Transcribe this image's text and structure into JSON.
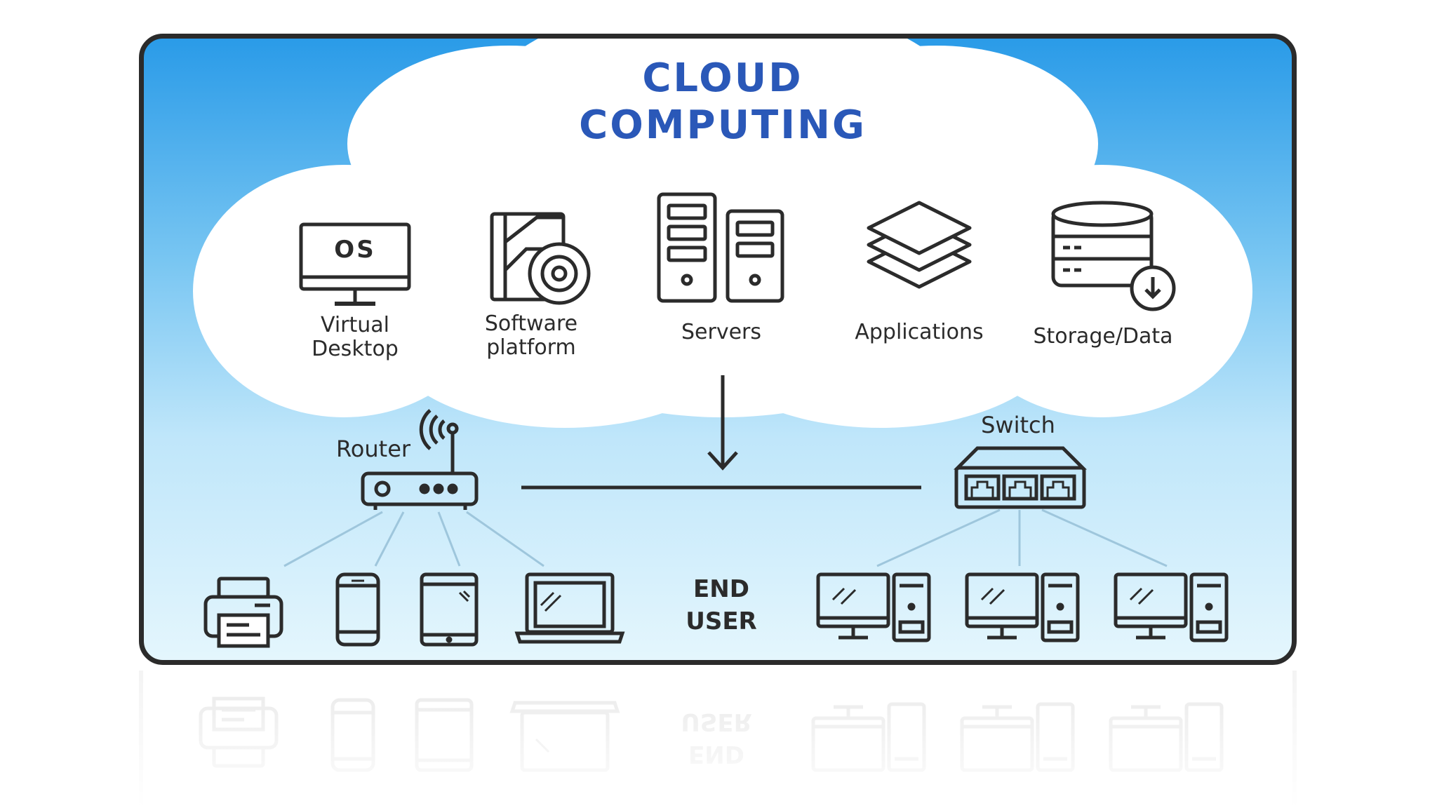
{
  "title": {
    "line1": "CLOUD",
    "line2": "COMPUTING"
  },
  "cloud_services": [
    {
      "icon": "monitor-os-icon",
      "screen_text": "OS",
      "label_line1": "Virtual",
      "label_line2": "Desktop"
    },
    {
      "icon": "software-box-icon",
      "label_line1": "Software",
      "label_line2": "platform"
    },
    {
      "icon": "servers-icon",
      "label_line1": "Servers"
    },
    {
      "icon": "layers-icon",
      "label_line1": "Applications"
    },
    {
      "icon": "database-download-icon",
      "label_line1": "Storage/Data"
    }
  ],
  "network": {
    "router_label": "Router",
    "switch_label": "Switch"
  },
  "end_user": {
    "line1": "END",
    "line2": "USER"
  },
  "devices_left": [
    "printer-icon",
    "smartphone-icon",
    "tablet-icon",
    "laptop-icon"
  ],
  "devices_right": [
    "desktop-pc-icon",
    "desktop-pc-icon",
    "desktop-pc-icon"
  ],
  "colors": {
    "title": "#2a58b8",
    "panel_top": "#2a9be8",
    "panel_bottom": "#e4f6fd",
    "cloud": "#ffffff",
    "icon_stroke": "#2b2b2b",
    "connector": "#9ec6dc"
  }
}
